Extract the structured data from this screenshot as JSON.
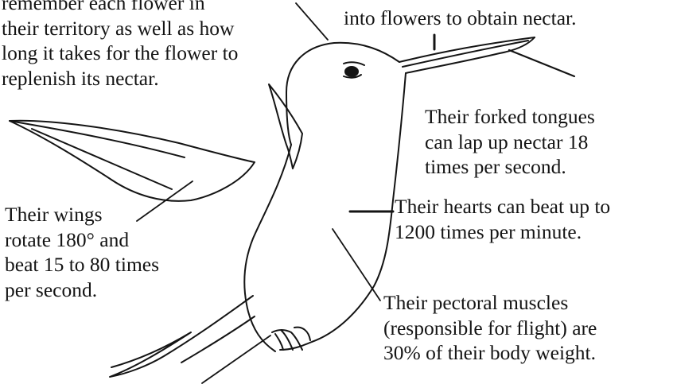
{
  "annotations": {
    "memory": {
      "lines": [
        "remember each flower in",
        "their territory as well as how",
        "long it takes for the flower to",
        "replenish its nectar."
      ]
    },
    "beak": {
      "lines": [
        "into flowers to obtain nectar."
      ]
    },
    "tongue": {
      "lines": [
        "Their forked tongues",
        "can lap up nectar 18",
        "times per second."
      ]
    },
    "wings": {
      "lines": [
        "Their wings",
        "rotate 180° and",
        "beat 15 to 80 times",
        "per second."
      ]
    },
    "heart": {
      "lines": [
        "Their hearts can beat up to",
        "1200 times per minute."
      ]
    },
    "muscles": {
      "lines": [
        "Their pectoral muscles",
        "(responsible for flight) are",
        "30% of their body weight."
      ]
    }
  },
  "colors": {
    "ink": "#141414",
    "background": "#ffffff"
  }
}
